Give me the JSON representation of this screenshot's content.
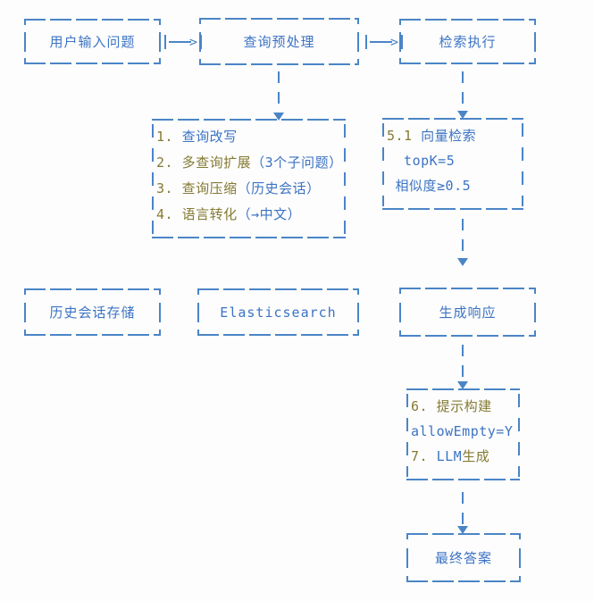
{
  "colors": {
    "line": "#4a85c6",
    "blue": "#3c73c4",
    "olive": "#847a33",
    "bg": "#fdfdfd"
  },
  "nodes": {
    "user_input": "用户输入问题",
    "query_preprocess": "查询预处理",
    "retrieval_exec": "检索执行",
    "history_store": "历史会话存储",
    "elasticsearch": "Elasticsearch",
    "generate_response": "生成响应",
    "final_answer": "最终答案"
  },
  "preprocess_detail": {
    "lines": [
      [
        {
          "t": "1. ",
          "c": "olive"
        },
        {
          "t": "查询改写",
          "c": "blue"
        }
      ],
      [
        {
          "t": "2. ",
          "c": "olive"
        },
        {
          "t": "多查询扩展",
          "c": "olive"
        },
        {
          "t": "（3个子问题）",
          "c": "blue"
        }
      ],
      [
        {
          "t": "3. ",
          "c": "olive"
        },
        {
          "t": "查询压缩",
          "c": "olive"
        },
        {
          "t": "（历史会话）",
          "c": "blue"
        }
      ],
      [
        {
          "t": "4. ",
          "c": "olive"
        },
        {
          "t": "语言转化",
          "c": "olive"
        },
        {
          "t": "（→中文）",
          "c": "blue"
        }
      ]
    ]
  },
  "vector_search_detail": {
    "lines": [
      [
        {
          "t": "5.1 ",
          "c": "olive"
        },
        {
          "t": "向量检索",
          "c": "blue"
        }
      ],
      [
        {
          "t": "  topK=5",
          "c": "blue"
        }
      ],
      [
        {
          "t": " 相似度≥0.5",
          "c": "blue"
        }
      ]
    ]
  },
  "prompt_llm_detail": {
    "lines": [
      [
        {
          "t": "6. ",
          "c": "olive"
        },
        {
          "t": "提示构建",
          "c": "olive"
        }
      ],
      [
        {
          "t": "allowEmpty=Y",
          "c": "blue"
        }
      ],
      [
        {
          "t": "7. ",
          "c": "olive"
        },
        {
          "t": "LLM",
          "c": "blue"
        },
        {
          "t": "生成",
          "c": "olive"
        }
      ]
    ]
  },
  "connector": {
    "head": ">"
  }
}
